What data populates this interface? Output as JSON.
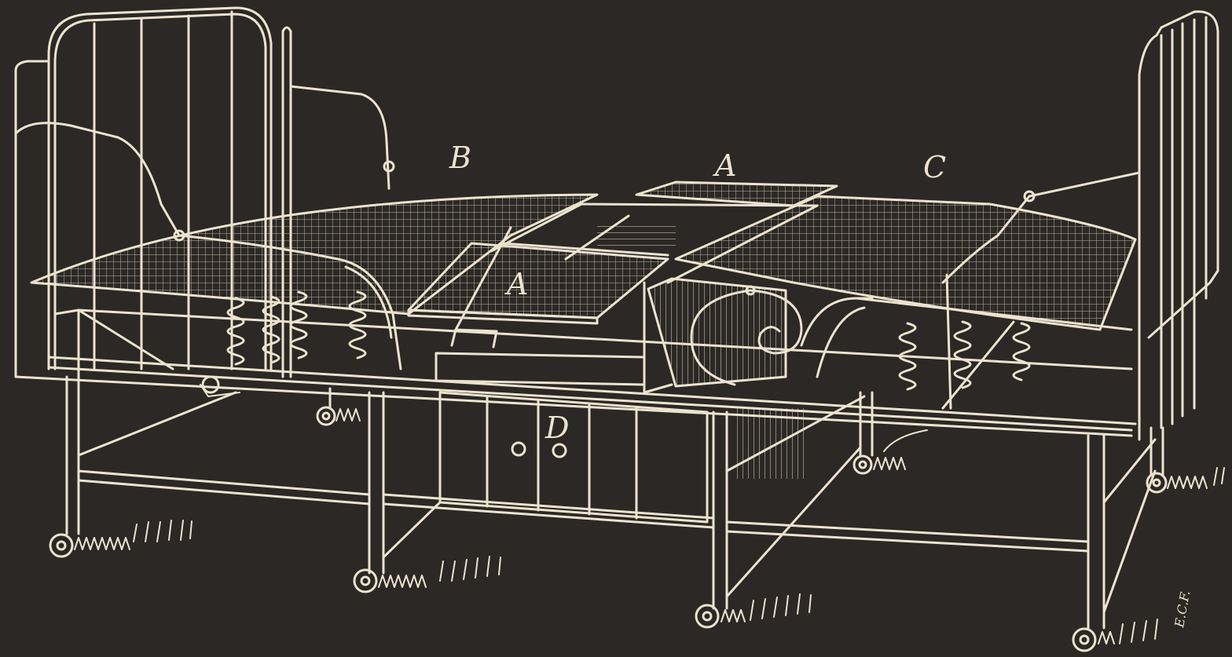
{
  "colors": {
    "background": "#2b2825",
    "line": "#ece3cf"
  },
  "labels": {
    "a_top": "A",
    "a_panel": "A",
    "b": "B",
    "c": "C",
    "d": "D"
  },
  "signature": "E.C.F."
}
